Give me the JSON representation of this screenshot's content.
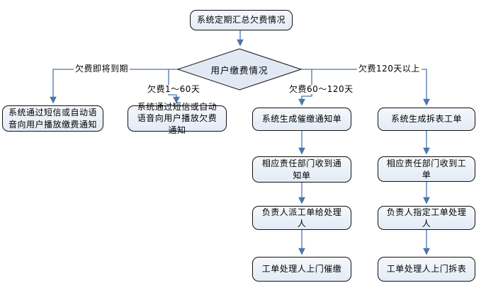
{
  "flowchart": {
    "nodes": {
      "start": "系统定期汇总欠费情况",
      "decision": "用户缴费情况",
      "sms_payment_notice": "系统通过短信或自动语音向用户播放缴费通知",
      "sms_arrears_notice": "系统通过短信或自动语音向用户播放欠费通知",
      "generate_collection_notice": "系统生成催缴通知单",
      "dept_receive_notice": "相应责任部门收到通知单",
      "leader_dispatch_order": "负责人派工单给处理人",
      "handler_door_collect": "工单处理人上门催缴",
      "generate_removal_order": "系统生成拆表工单",
      "dept_receive_order": "相应责任部门收到工单",
      "leader_assign_handler": "负责人指定工单处理人",
      "handler_door_remove": "工单处理人上门拆表"
    },
    "edge_labels": {
      "due_soon": "欠费即将到期",
      "days_1_60": "欠费1～60天",
      "days_60_120": "欠费60～120天",
      "days_over_120": "欠费120天以上"
    },
    "colors": {
      "node_fill": "#e9eff8",
      "node_border": "#111111",
      "connector": "#4a76ab",
      "text": "#000000",
      "background": "#ffffff"
    }
  }
}
